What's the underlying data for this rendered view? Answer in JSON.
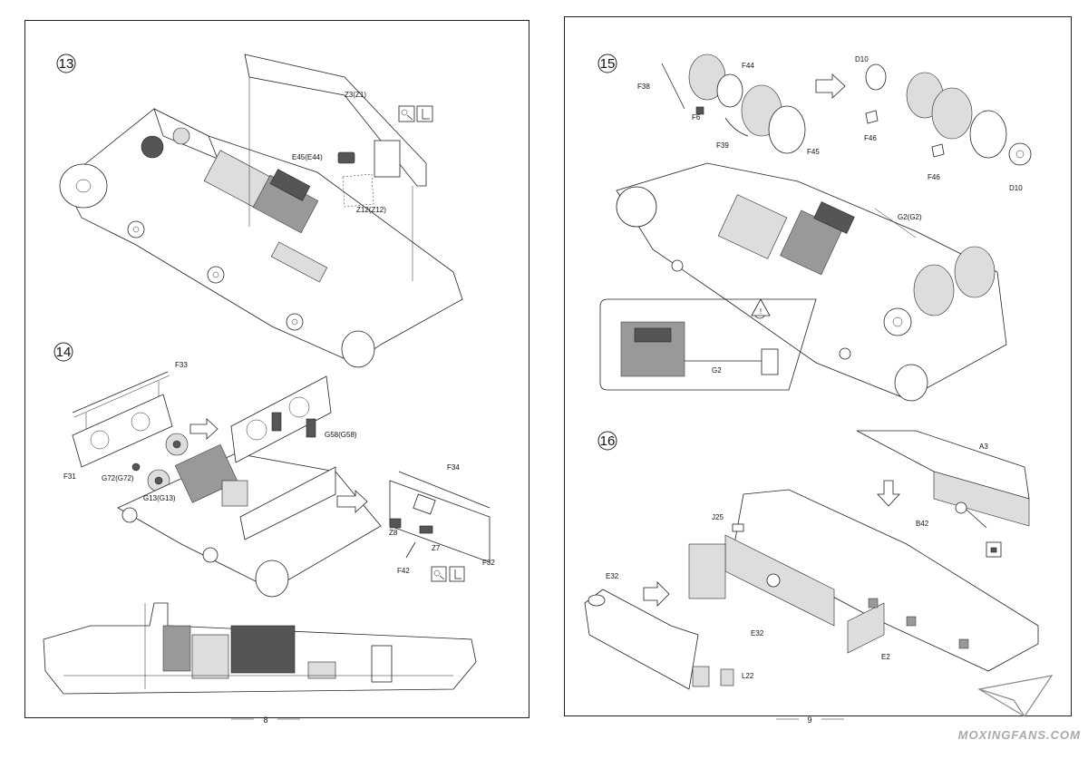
{
  "left_page": {
    "page_number": "8",
    "step13": {
      "number": "13",
      "labels": [
        "Z3(Z1)",
        "E45(E44)",
        "Z12(Z12)"
      ]
    },
    "step14": {
      "number": "14",
      "labels": [
        "F33",
        "F31",
        "G72(G72)",
        "G13(G13)",
        "G58(G58)",
        "F34",
        "Z8",
        "Z7",
        "F42",
        "F32"
      ]
    }
  },
  "right_page": {
    "page_number": "9",
    "step15": {
      "number": "15",
      "labels": [
        "F44",
        "F38",
        "F6",
        "F39",
        "F45",
        "D10",
        "F46",
        "F46",
        "D10",
        "G2(G2)",
        "G2"
      ]
    },
    "step16": {
      "number": "16",
      "labels": [
        "A3",
        "J25",
        "B42",
        "E32",
        "E32",
        "E2",
        "L22"
      ]
    }
  },
  "watermark": {
    "text": "MOXINGFANS.COM"
  }
}
